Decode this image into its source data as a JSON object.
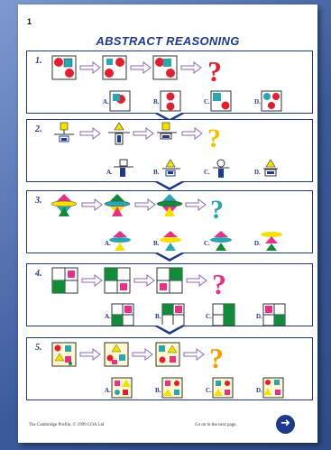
{
  "page": {
    "number": "1",
    "title": "ABSTRACT REASONING"
  },
  "questions": [
    {
      "label": "1."
    },
    {
      "label": "2."
    },
    {
      "label": "3."
    },
    {
      "label": "4."
    },
    {
      "label": "5."
    }
  ],
  "options": [
    "A.",
    "B.",
    "C.",
    "D."
  ],
  "question_mark": "?",
  "footer": {
    "left": "The Cambridge Profile, © 1999 COA Ltd",
    "right": "Go on to the next page."
  },
  "next_icon": "arrow-right-icon",
  "colors": {
    "frame": "#1e3a8a",
    "background": "#3b5a9c",
    "red": "#e02030",
    "yellow": "#f5e000",
    "green": "#138a3a",
    "teal": "#2aa6b3",
    "magenta": "#e8308a",
    "blue": "#1e3a8a"
  }
}
